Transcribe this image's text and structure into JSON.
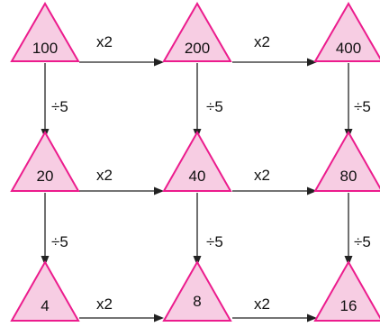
{
  "grid": {
    "rows": [
      [
        "100",
        "200",
        "400"
      ],
      [
        "20",
        "40",
        "80"
      ],
      [
        "4",
        "8",
        "16"
      ]
    ]
  },
  "operations": {
    "horizontal": "x2",
    "vertical": "÷5"
  },
  "colors": {
    "triangle_fill": "#f7cde3",
    "triangle_stroke": "#ec1c8d",
    "arrow": "#222222"
  }
}
